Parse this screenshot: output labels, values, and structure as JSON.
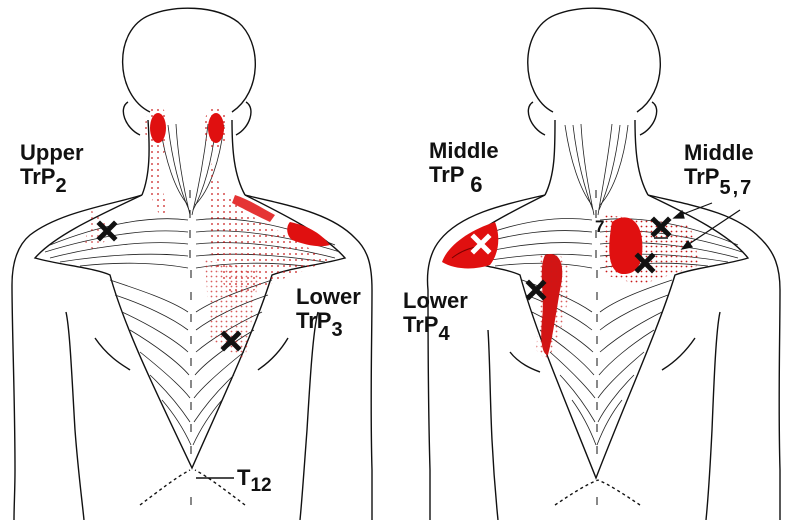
{
  "figure": {
    "subject": "Trapezius muscle trigger points and referred pain patterns (posterior view)",
    "colors": {
      "pain_zone": "#e01010",
      "pain_dots": "#c81818",
      "outline": "#111111",
      "background": "#ffffff",
      "marker_dark": "#111111",
      "marker_light": "#ffffff"
    }
  },
  "left_panel": {
    "labels": {
      "upper": {
        "title": "Upper",
        "prefix": "TrP",
        "sub": "2"
      },
      "lower": {
        "title": "Lower",
        "prefix": "TrP",
        "sub": "3"
      },
      "vertebra": {
        "prefix": "T",
        "sub": "12"
      }
    },
    "markers": [
      {
        "id": "TrP2",
        "icon": "x-mark-icon",
        "color": "black"
      },
      {
        "id": "TrP3",
        "icon": "x-mark-icon",
        "color": "black"
      }
    ]
  },
  "right_panel": {
    "labels": {
      "middle_left": {
        "title": "Middle",
        "prefix": "TrP",
        "sub": "6"
      },
      "middle_right": {
        "title": "Middle",
        "prefix": "TrP",
        "sub": "5,7"
      },
      "lower": {
        "title": "Lower",
        "prefix": "TrP",
        "sub": "4"
      },
      "vertebra_number": "7"
    },
    "markers": [
      {
        "id": "TrP6",
        "icon": "x-mark-icon",
        "color": "white"
      },
      {
        "id": "TrP5",
        "icon": "x-mark-icon",
        "color": "black"
      },
      {
        "id": "TrP7",
        "icon": "x-mark-icon",
        "color": "black"
      },
      {
        "id": "TrP4",
        "icon": "x-mark-icon",
        "color": "black"
      }
    ]
  }
}
